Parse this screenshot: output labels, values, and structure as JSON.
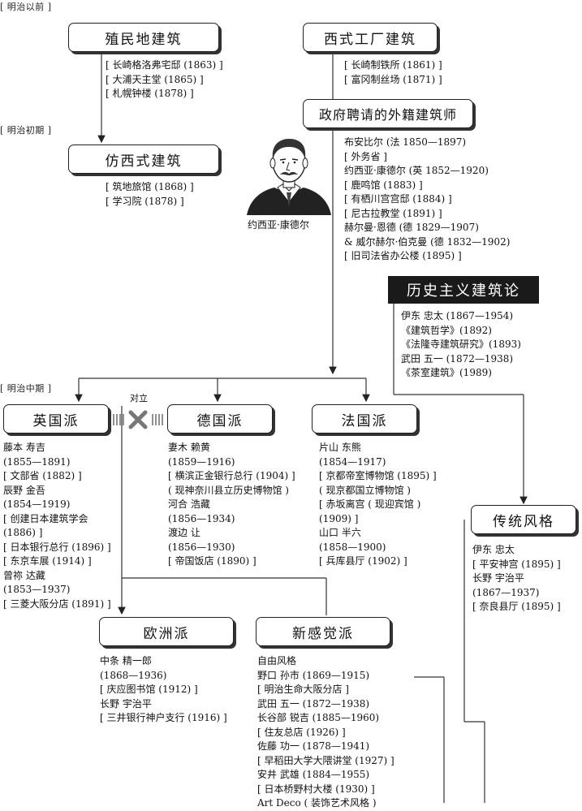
{
  "periods": {
    "before": "[ 明治以前 ]",
    "early": "[ 明治初期 ]",
    "middle": "[ 明治中期 ]"
  },
  "boxes": {
    "colonial": "殖民地建筑",
    "western_factory": "西式工厂建筑",
    "foreign_architects": "政府聘请的外籍建筑师",
    "pseudo_western": "仿西式建筑",
    "historicism": "历史主义建筑论",
    "british": "英国派",
    "german": "德国派",
    "french": "法国派",
    "traditional": "传统风格",
    "european": "欧洲派",
    "new_sense": "新感觉派"
  },
  "opposition_label": "对立",
  "portrait_caption": "约西亚·康德尔",
  "lists": {
    "colonial": [
      "[ 长崎格洛弗宅邸 (1863) ]",
      "[ 大浦天主堂 (1865) ]",
      "[ 札幌钟楼 (1878) ]"
    ],
    "western_factory": [
      "[ 长崎制铁所 (1861) ]",
      "[ 富冈制丝场 (1871) ]"
    ],
    "pseudo_western": [
      "[ 筑地旅馆 (1868) ]",
      "[ 学习院 (1878) ]"
    ],
    "foreign_architects": [
      "布安比尔 (法 1850—1897)",
      "[ 外务省 ]",
      "约西亚·康德尔 (英 1852—1920)",
      "[ 鹿鸣馆 (1883) ]",
      "[ 有栖川宫宫邸 (1884) ]",
      "[ 尼古拉教堂 (1891) ]",
      "赫尔曼·恩德 (德 1829—1907)",
      "& 威尔赫尔·伯克曼 (德 1832—1902)",
      "[ 旧司法省办公楼 (1895) ]"
    ],
    "historicism": [
      "伊东 忠太 (1867—1954)",
      "《建筑哲学》(1892)",
      "《法隆寺建筑研究》(1893)",
      "武田 五一 (1872—1938)",
      "《茶室建筑》(1989)"
    ],
    "british": [
      "藤本 寿吉",
      "(1855—1891)",
      "[ 文部省 (1882) ]",
      "辰野 金吾",
      "(1854—1919)",
      "[ 创建日本建筑学会",
      "(1886) ]",
      "[ 日本银行总行 (1896) ]",
      "[ 东京车展 (1914) ]",
      "曾祢 达藏",
      "(1853—1937)",
      "[ 三菱大阪分店 (1891) ]"
    ],
    "german": [
      "妻木 赖黄",
      "(1859—1916)",
      "[ 横滨正金银行总行 (1904) ]",
      "( 现神奈川县立历史博物馆 )",
      "河合 浩藏",
      "(1856—1934)",
      "渡边 让",
      "(1856—1930)",
      "[ 帝国饭店 (1890) ]"
    ],
    "french": [
      "片山 东熊",
      "(1854—1917)",
      "[ 京都帝室博物馆 (1895) ]",
      "( 现京都国立博物馆 )",
      "[ 赤坂离宫 ( 现迎宾馆 )",
      "(1909) ]",
      "山口 半六",
      "(1858—1900)",
      "[ 兵库县厅 (1902) ]"
    ],
    "traditional": [
      "伊东 忠太",
      "[ 平安神宫 (1895) ]",
      "长野 宇治平",
      "(1867—1937)",
      "[ 奈良县厅 (1895) ]"
    ],
    "european": [
      "中条 精一郎",
      "(1868—1936)",
      "[ 庆应图书馆 (1912) ]",
      "长野 宇治平",
      "[ 三井银行神户支行 (1916) ]"
    ],
    "new_sense": [
      "自由风格",
      "野口 孙市 (1869—1915)",
      "[ 明治生命大阪分店 ]",
      "武田 五一 (1872—1938)",
      "长谷部 锐吉 (1885—1960)",
      "[ 住友总店 (1926) ]",
      "佐藤 功一 (1878—1941)",
      "[ 早稻田大学大隈讲堂 (1927) ]",
      "安井 武雄 (1884—1955)",
      "[ 日本桥野村大楼 (1930) ]",
      "Art Deco ( 装饰艺术风格 )"
    ]
  }
}
